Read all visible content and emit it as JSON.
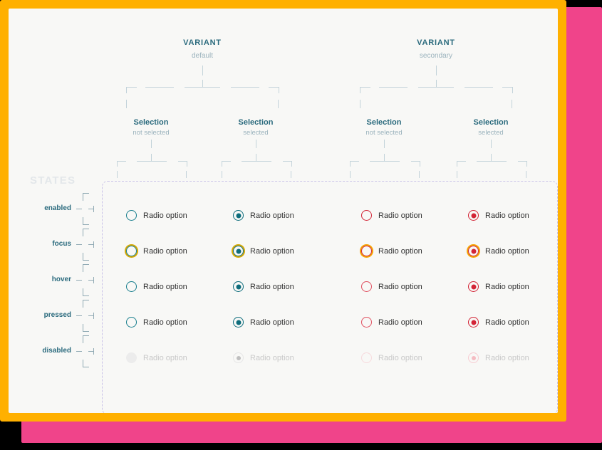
{
  "frame": {
    "background": "#000000",
    "accent_pink": "#f0448a",
    "accent_orange": "#ffb000",
    "canvas": "#f8f8f6"
  },
  "tree": {
    "variants": [
      {
        "title": "VARIANT",
        "subtitle": "default",
        "selections": [
          {
            "title": "Selection",
            "subtitle": "not selected"
          },
          {
            "title": "Selection",
            "subtitle": "selected"
          }
        ]
      },
      {
        "title": "VARIANT",
        "subtitle": "secondary",
        "selections": [
          {
            "title": "Selection",
            "subtitle": "not selected"
          },
          {
            "title": "Selection",
            "subtitle": "selected"
          }
        ]
      }
    ]
  },
  "states_heading": "STATES",
  "states": [
    "enabled",
    "focus",
    "hover",
    "pressed",
    "disabled"
  ],
  "option_label": "Radio option",
  "colors": {
    "primary_teal": "#1a7f8e",
    "primary_teal_dark": "#0e6d7c",
    "secondary_red": "#d32436",
    "secondary_red_soft": "#e05060",
    "focus_gold": "#d6a700",
    "focus_gold_secondary": "#f5a300",
    "disabled_gray": "#e8e8e8",
    "disabled_gray_dot": "#bfbfbf",
    "disabled_pink": "#f7dadd",
    "label_text": "#333333",
    "label_text_disabled": "#c9c9c9",
    "tree_line": "#c3d3da",
    "tree_title": "#2a6a7d",
    "tree_subtitle": "#9bb3bd",
    "states_heading": "#e3e7ea",
    "dashed_border": "#c9c2e8"
  },
  "matrix": [
    {
      "state": "enabled",
      "cells": [
        {
          "variant": "default",
          "selected": false,
          "ring": "#1a7f8e",
          "ring_width": 1.5,
          "fill": "transparent",
          "dot": null,
          "dot_size": 0,
          "outer_ring": null,
          "text_disabled": false
        },
        {
          "variant": "default",
          "selected": true,
          "ring": "#0e6d7c",
          "ring_width": 1.5,
          "fill": "transparent",
          "dot": "#0e6d7c",
          "dot_size": 7,
          "outer_ring": null,
          "text_disabled": false
        },
        {
          "variant": "secondary",
          "selected": false,
          "ring": "#d32436",
          "ring_width": 1.3,
          "fill": "transparent",
          "dot": null,
          "dot_size": 0,
          "outer_ring": null,
          "text_disabled": false
        },
        {
          "variant": "secondary",
          "selected": true,
          "ring": "#d32436",
          "ring_width": 1.5,
          "fill": "transparent",
          "dot": "#d32436",
          "dot_size": 7,
          "outer_ring": null,
          "text_disabled": false
        }
      ]
    },
    {
      "state": "focus",
      "cells": [
        {
          "variant": "default",
          "selected": false,
          "ring": "#1a7f8e",
          "ring_width": 1.5,
          "fill": "transparent",
          "dot": null,
          "dot_size": 0,
          "outer_ring": "#d6a700",
          "text_disabled": false
        },
        {
          "variant": "default",
          "selected": true,
          "ring": "#0e6d7c",
          "ring_width": 1.5,
          "fill": "transparent",
          "dot": "#0e6d7c",
          "dot_size": 7,
          "outer_ring": "#d6a700",
          "text_disabled": false
        },
        {
          "variant": "secondary",
          "selected": false,
          "ring": "#d32436",
          "ring_width": 1.3,
          "fill": "transparent",
          "dot": null,
          "dot_size": 0,
          "outer_ring": "#f5a300",
          "text_disabled": false
        },
        {
          "variant": "secondary",
          "selected": true,
          "ring": "#d32436",
          "ring_width": 1.5,
          "fill": "transparent",
          "dot": "#d32436",
          "dot_size": 7,
          "outer_ring": "#f5a300",
          "text_disabled": false
        }
      ]
    },
    {
      "state": "hover",
      "cells": [
        {
          "variant": "default",
          "selected": false,
          "ring": "#1a7f8e",
          "ring_width": 1.5,
          "fill": "transparent",
          "dot": null,
          "dot_size": 0,
          "outer_ring": null,
          "text_disabled": false
        },
        {
          "variant": "default",
          "selected": true,
          "ring": "#0e6d7c",
          "ring_width": 1.5,
          "fill": "transparent",
          "dot": "#0e6d7c",
          "dot_size": 7,
          "outer_ring": null,
          "text_disabled": false
        },
        {
          "variant": "secondary",
          "selected": false,
          "ring": "#e05060",
          "ring_width": 1.3,
          "fill": "transparent",
          "dot": null,
          "dot_size": 0,
          "outer_ring": null,
          "text_disabled": false
        },
        {
          "variant": "secondary",
          "selected": true,
          "ring": "#d32436",
          "ring_width": 1.5,
          "fill": "transparent",
          "dot": "#d32436",
          "dot_size": 7,
          "outer_ring": null,
          "text_disabled": false
        }
      ]
    },
    {
      "state": "pressed",
      "cells": [
        {
          "variant": "default",
          "selected": false,
          "ring": "#1a7f8e",
          "ring_width": 1.5,
          "fill": "transparent",
          "dot": null,
          "dot_size": 0,
          "outer_ring": null,
          "text_disabled": false
        },
        {
          "variant": "default",
          "selected": true,
          "ring": "#0e6d7c",
          "ring_width": 1.5,
          "fill": "transparent",
          "dot": "#0e6d7c",
          "dot_size": 7,
          "outer_ring": null,
          "text_disabled": false
        },
        {
          "variant": "secondary",
          "selected": false,
          "ring": "#e05060",
          "ring_width": 1.3,
          "fill": "transparent",
          "dot": null,
          "dot_size": 0,
          "outer_ring": null,
          "text_disabled": false
        },
        {
          "variant": "secondary",
          "selected": true,
          "ring": "#d32436",
          "ring_width": 1.5,
          "fill": "transparent",
          "dot": "#d32436",
          "dot_size": 7,
          "outer_ring": null,
          "text_disabled": false
        }
      ]
    },
    {
      "state": "disabled",
      "cells": [
        {
          "variant": "default",
          "selected": false,
          "ring": "#ececec",
          "ring_width": 1,
          "fill": "#ececec",
          "dot": null,
          "dot_size": 0,
          "outer_ring": null,
          "text_disabled": true
        },
        {
          "variant": "default",
          "selected": true,
          "ring": "#e6e6e6",
          "ring_width": 1,
          "fill": "transparent",
          "dot": "#bfbfbf",
          "dot_size": 6,
          "outer_ring": null,
          "text_disabled": true
        },
        {
          "variant": "secondary",
          "selected": false,
          "ring": "#f7dadd",
          "ring_width": 1.2,
          "fill": "transparent",
          "dot": null,
          "dot_size": 0,
          "outer_ring": null,
          "text_disabled": true
        },
        {
          "variant": "secondary",
          "selected": true,
          "ring": "#f7cdd2",
          "ring_width": 1.2,
          "fill": "transparent",
          "dot": "#f5bcc2",
          "dot_size": 6,
          "outer_ring": null,
          "text_disabled": true
        }
      ]
    }
  ],
  "layout": {
    "column_x": [
      165,
      315,
      495,
      645
    ],
    "row_y": [
      283,
      333,
      383,
      433,
      483
    ]
  }
}
